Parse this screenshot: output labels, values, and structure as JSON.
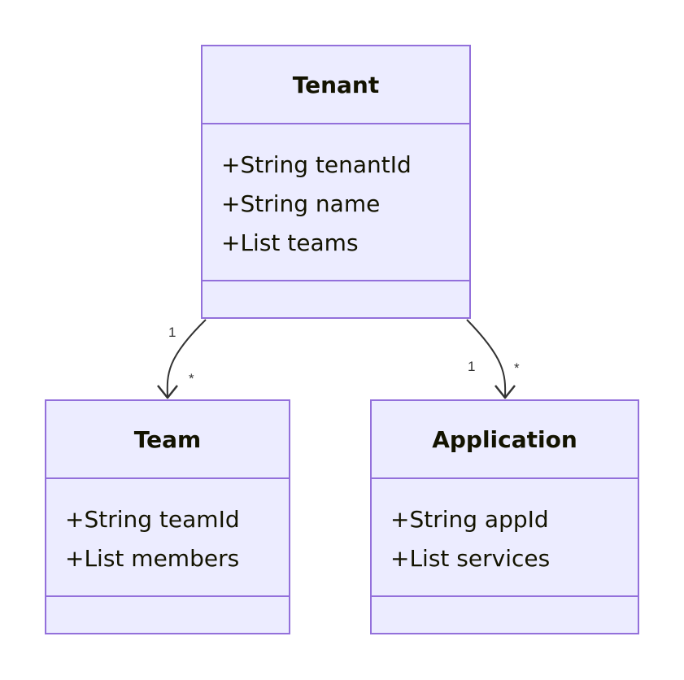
{
  "classes": {
    "tenant": {
      "name": "Tenant",
      "attributes": [
        "+String tenantId",
        "+String name",
        "+List teams"
      ]
    },
    "team": {
      "name": "Team",
      "attributes": [
        "+String teamId",
        "+List members"
      ]
    },
    "application": {
      "name": "Application",
      "attributes": [
        "+String appId",
        "+List services"
      ]
    }
  },
  "relations": [
    {
      "from": "Tenant",
      "to": "Team",
      "from_multiplicity": "1",
      "to_multiplicity": "*"
    },
    {
      "from": "Tenant",
      "to": "Application",
      "from_multiplicity": "1",
      "to_multiplicity": "*"
    }
  ],
  "colors": {
    "box_fill": "#ececff",
    "box_border": "#9370db",
    "text": "#131300",
    "edge": "#333333"
  }
}
